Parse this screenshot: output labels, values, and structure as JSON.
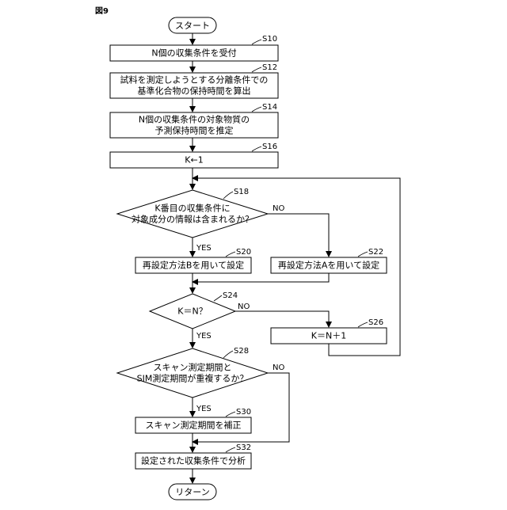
{
  "figure_label": "図9",
  "start": {
    "label": "スタート"
  },
  "end": {
    "label": "リターン"
  },
  "steps": {
    "s10": {
      "id": "S10",
      "lines": [
        "N個の収集条件を受付"
      ]
    },
    "s12": {
      "id": "S12",
      "lines": [
        "試料を測定しようとする分離条件での",
        "基準化合物の保持時間を算出"
      ]
    },
    "s14": {
      "id": "S14",
      "lines": [
        "N個の収集条件の対象物質の",
        "予測保持時間を推定"
      ]
    },
    "s16": {
      "id": "S16",
      "lines": [
        "K←1"
      ]
    },
    "s18": {
      "id": "S18",
      "lines": [
        "K番目の収集条件に",
        "対象成分の情報は含まれるか？"
      ]
    },
    "s20": {
      "id": "S20",
      "lines": [
        "再設定方法Bを用いて設定"
      ]
    },
    "s22": {
      "id": "S22",
      "lines": [
        "再設定方法Aを用いて設定"
      ]
    },
    "s24": {
      "id": "S24",
      "lines": [
        "K＝N？"
      ]
    },
    "s26": {
      "id": "S26",
      "lines": [
        "K＝N＋1"
      ]
    },
    "s28": {
      "id": "S28",
      "lines": [
        "スキャン測定期間と",
        "SIM測定期間が重複するか？"
      ]
    },
    "s30": {
      "id": "S30",
      "lines": [
        "スキャン測定期間を補正"
      ]
    },
    "s32": {
      "id": "S32",
      "lines": [
        "設定された収集条件で分析"
      ]
    }
  },
  "branches": {
    "yes": "YES",
    "no": "NO"
  }
}
